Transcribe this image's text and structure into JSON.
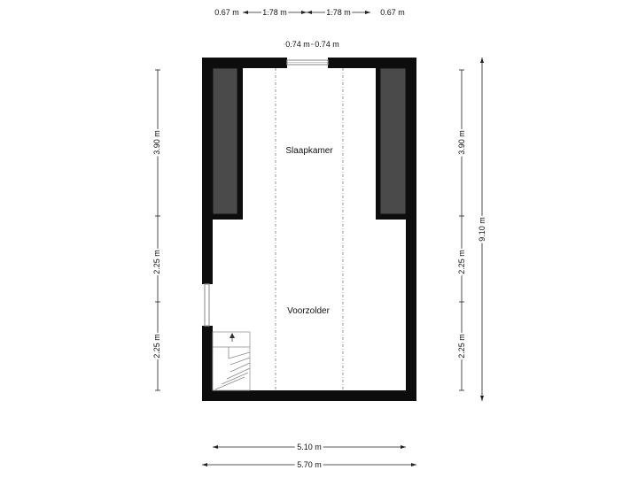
{
  "rooms": {
    "bedroom": "Slaapkamer",
    "attic": "Voorzolder"
  },
  "dims_top": {
    "seg1": "0.67 m",
    "seg2": "1.78 m",
    "seg3": "1.78 m",
    "seg4": "0.67 m",
    "window_a": "0.74 m",
    "window_b": "0.74 m"
  },
  "dims_left": {
    "d1": "3.90 m",
    "d2": "2.25 m",
    "d3": "2.25 m"
  },
  "dims_right": {
    "d1": "3.90 m",
    "d2": "2.25 m",
    "d3": "2.25 m",
    "total": "9.10 m"
  },
  "dims_bottom": {
    "inner": "5.10 m",
    "outer": "5.70 m"
  },
  "colors": {
    "wall": "#0d0d0d",
    "slope": "#4a4a4a"
  }
}
